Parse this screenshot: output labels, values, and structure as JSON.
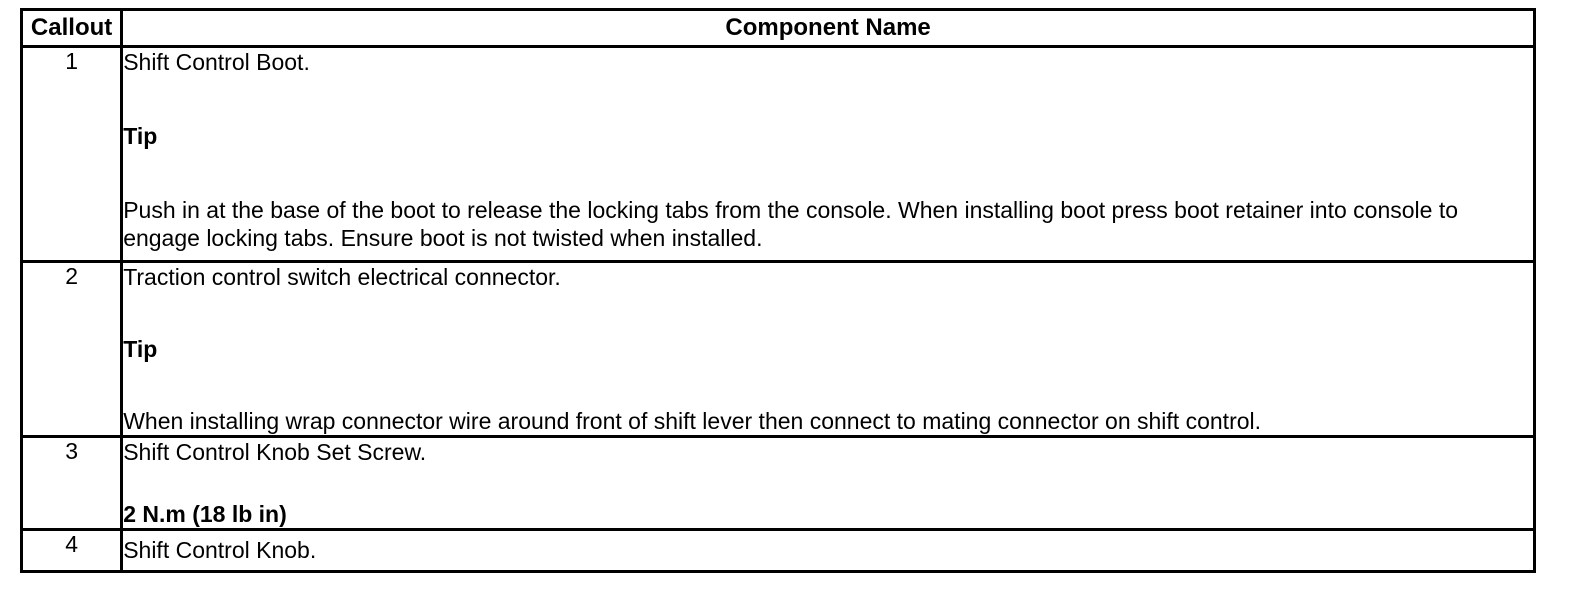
{
  "table": {
    "headers": {
      "callout": "Callout",
      "component_name": "Component Name"
    },
    "rows": [
      {
        "callout": "1",
        "title": "Shift Control Boot.",
        "tip_label": "Tip",
        "tip_text": "Push in at the base of the boot to release the locking tabs from the console. When installing boot press boot retainer into console to engage locking tabs. Ensure boot is not twisted when installed."
      },
      {
        "callout": "2",
        "title": "Traction control switch electrical connector.",
        "tip_label": "Tip",
        "tip_text": "When installing wrap connector wire around front of shift lever then connect to mating connector on shift control."
      },
      {
        "callout": "3",
        "title": "Shift Control Knob Set Screw.",
        "torque": "2 N.m (18 lb in)"
      },
      {
        "callout": "4",
        "title": "Shift Control Knob."
      }
    ]
  },
  "colors": {
    "border": "#000000",
    "text": "#000000",
    "background": "#ffffff"
  }
}
